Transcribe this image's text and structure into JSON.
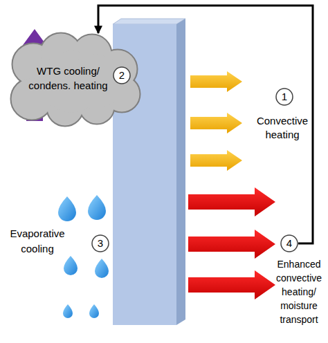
{
  "diagram": {
    "nodes": [
      {
        "text": [
          "WTG cooling/ condens. heating"
        ]
      },
      {
        "text": [
          "2"
        ],
        "in": 0
      },
      {
        "text": [
          "1"
        ]
      },
      {
        "text": [
          "3"
        ]
      },
      {
        "text": [
          "4"
        ]
      }
    ],
    "edges": [
      {
        "from": 4,
        "to": 0,
        "arrow": "to"
      }
    ],
    "labels": [
      "Convective heating",
      "Evaporative cooling",
      "Enhanced convective heating/ moisture transport"
    ]
  }
}
